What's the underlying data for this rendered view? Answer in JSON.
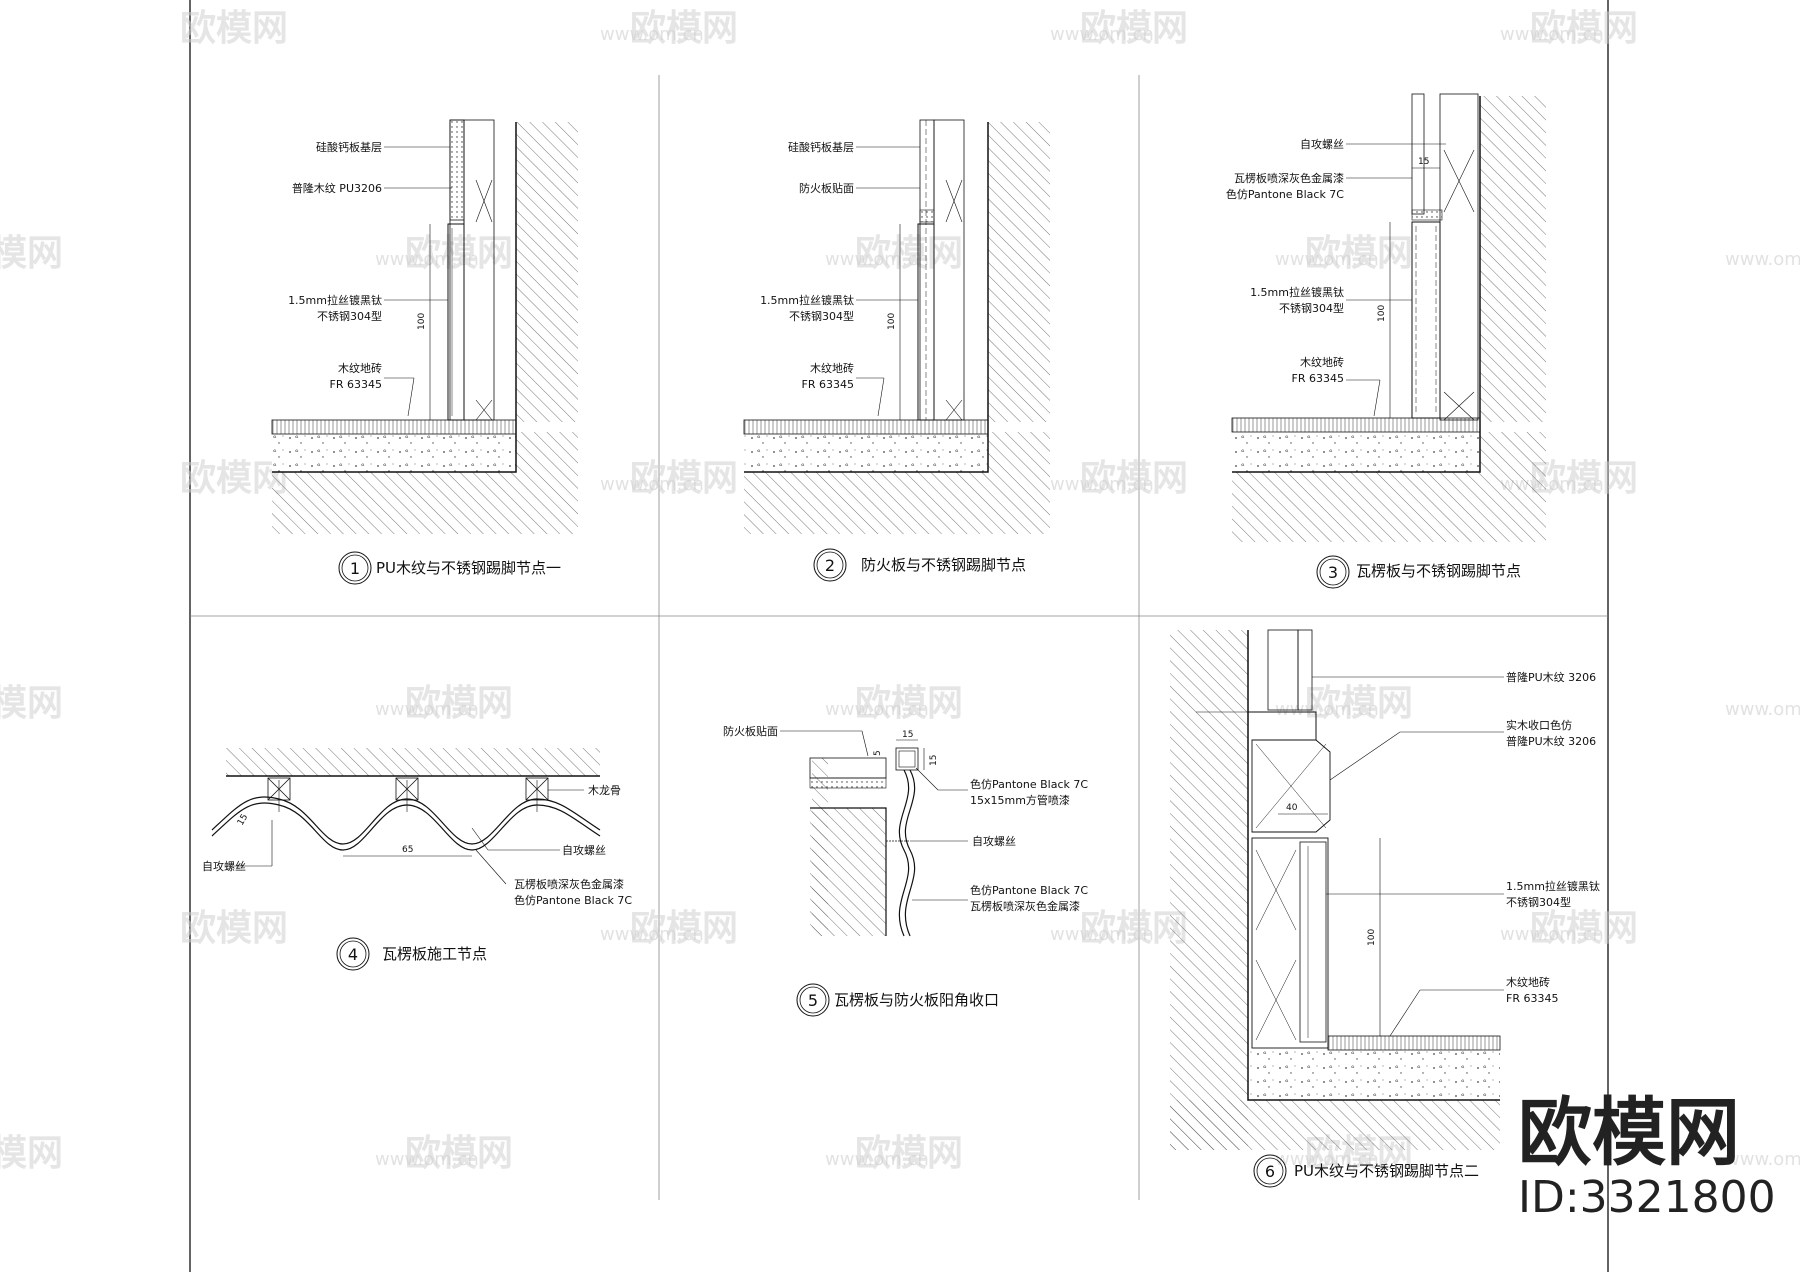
{
  "watermark": {
    "brand": "欧模网",
    "url": "www.om.cn",
    "id": "ID:3321800"
  },
  "details": [
    {
      "number": "1",
      "title": "PU木纹与不锈钢踢脚节点一",
      "labels": [
        "硅酸钙板基层",
        "普隆木纹 PU3206",
        "1.5mm拉丝镀黑钛",
        "不锈钢304型",
        "木纹地砖",
        "FR 63345"
      ],
      "dims": [
        "100"
      ]
    },
    {
      "number": "2",
      "title": "防火板与不锈钢踢脚节点",
      "labels": [
        "硅酸钙板基层",
        "防火板贴面",
        "1.5mm拉丝镀黑钛",
        "不锈钢304型",
        "木纹地砖",
        "FR 63345"
      ],
      "dims": [
        "100"
      ]
    },
    {
      "number": "3",
      "title": "瓦楞板与不锈钢踢脚节点",
      "labels": [
        "自攻螺丝",
        "瓦楞板喷深灰色金属漆",
        "色仿Pantone Black 7C",
        "1.5mm拉丝镀黑钛",
        "不锈钢304型",
        "木纹地砖",
        "FR 63345"
      ],
      "dims": [
        "15",
        "100"
      ]
    },
    {
      "number": "4",
      "title": "瓦楞板施工节点",
      "labels": [
        "木龙骨",
        "自攻螺丝",
        "自攻螺丝",
        "瓦楞板喷深灰色金属漆",
        "色仿Pantone Black 7C"
      ],
      "dims": [
        "65",
        "15"
      ]
    },
    {
      "number": "5",
      "title": "瓦楞板与防火板阳角收口",
      "labels": [
        "防火板贴面",
        "色仿Pantone Black 7C",
        "15x15mm方管喷漆",
        "自攻螺丝",
        "色仿Pantone Black 7C",
        "瓦楞板喷深灰色金属漆"
      ],
      "dims": [
        "15",
        "15",
        "5"
      ]
    },
    {
      "number": "6",
      "title": "PU木纹与不锈钢踢脚节点二",
      "labels": [
        "普隆PU木纹 3206",
        "实木收口色仿",
        "普隆PU木纹 3206",
        "1.5mm拉丝镀黑钛",
        "不锈钢304型",
        "木纹地砖",
        "FR 63345"
      ],
      "dims": [
        "40",
        "100"
      ]
    }
  ]
}
